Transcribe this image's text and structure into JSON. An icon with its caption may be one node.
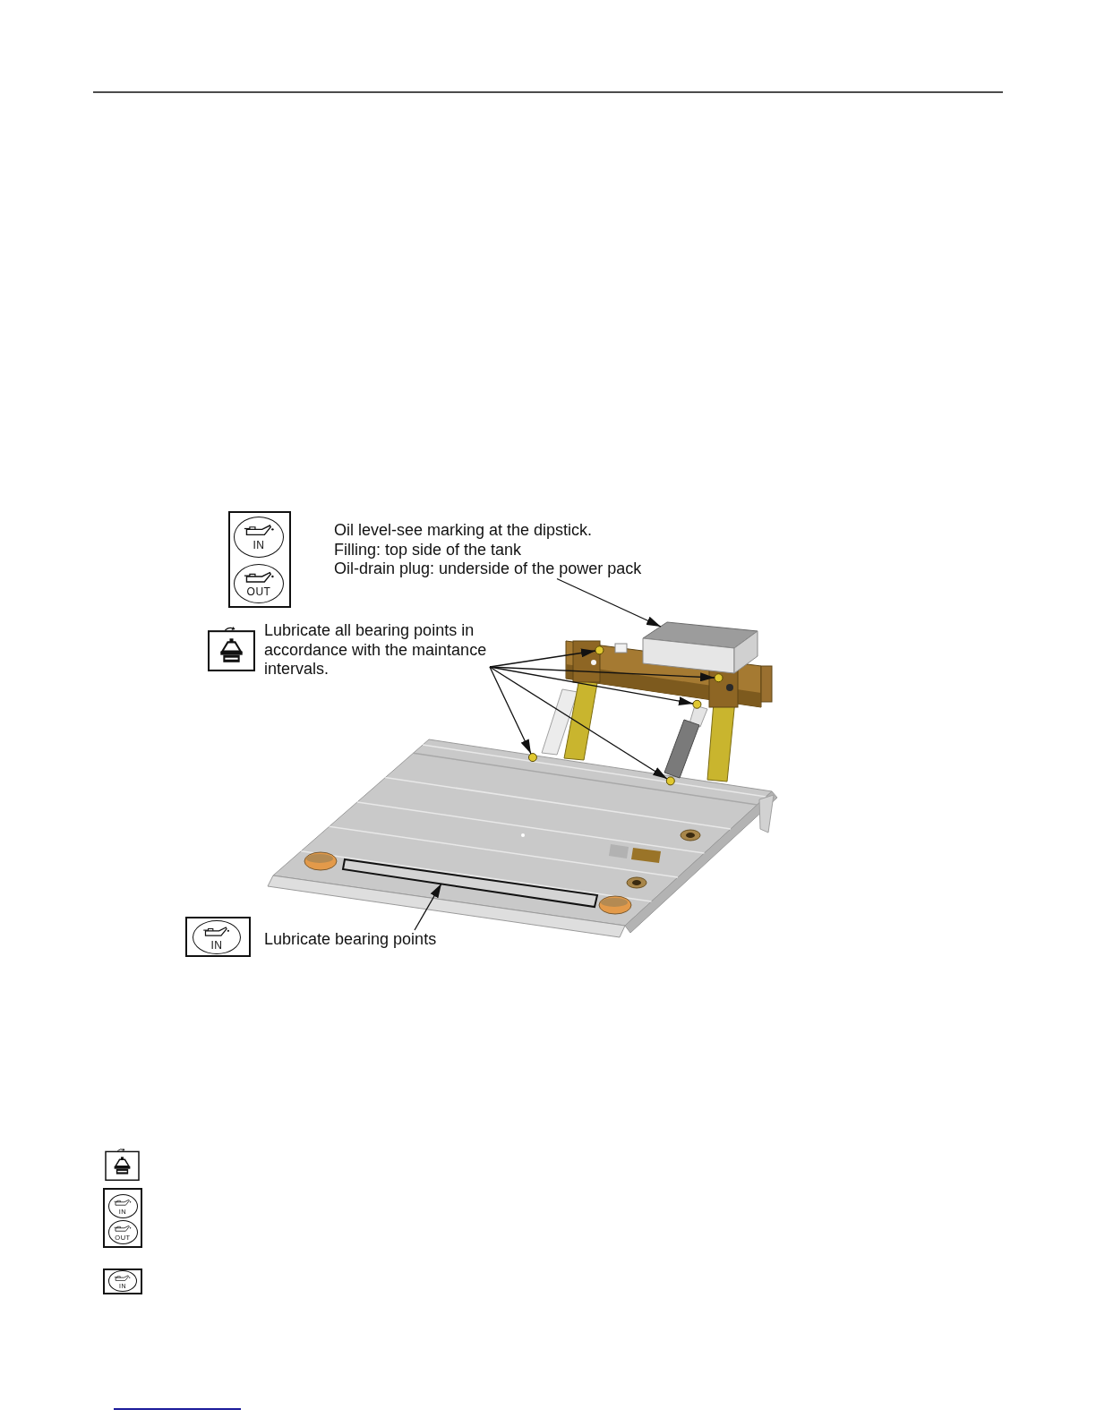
{
  "diagram": {
    "nodes": [
      {
        "text": [
          "Oil level-see marking at the dipstick.",
          "Filling: top side of the tank",
          "Oil-drain plug: underside of the power pack"
        ]
      },
      {
        "text": [],
        "shape": "box"
      },
      {
        "text": [
          "Lubricate all bearing points in accordance with the maintance intervals."
        ]
      },
      {
        "text": [],
        "shape": "circle"
      },
      {
        "text": [],
        "shape": "circle"
      },
      {
        "text": [],
        "shape": "circle"
      },
      {
        "text": [],
        "shape": "circle"
      },
      {
        "text": [],
        "shape": "circle"
      },
      {
        "text": [
          "Lubricate bearing points"
        ]
      },
      {
        "text": [],
        "shape": "box"
      }
    ],
    "edges": [
      {
        "from": 0,
        "to": 1,
        "arrow": "to"
      },
      {
        "from": 2,
        "to": 3,
        "arrow": "to"
      },
      {
        "from": 2,
        "to": 4,
        "arrow": "to"
      },
      {
        "from": 2,
        "to": 5,
        "arrow": "to"
      },
      {
        "from": 2,
        "to": 6,
        "arrow": "to"
      },
      {
        "from": 2,
        "to": 7,
        "arrow": "to"
      },
      {
        "from": 8,
        "to": 9,
        "arrow": "to"
      }
    ],
    "labels": [
      "IN",
      "OUT",
      "IN",
      "IN",
      "OUT",
      "IN"
    ]
  }
}
